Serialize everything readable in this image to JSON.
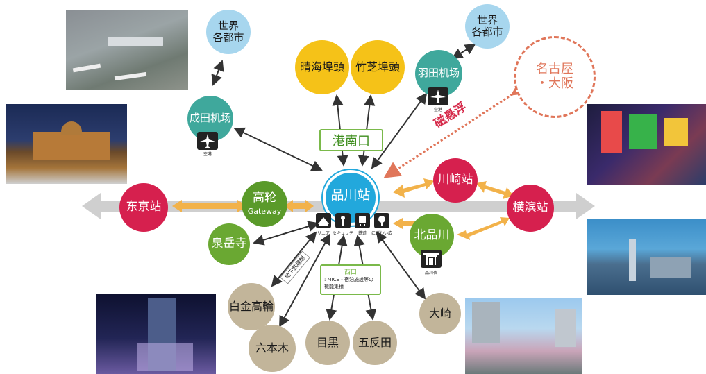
{
  "hub": {
    "label": "品川站"
  },
  "line_stations": {
    "tokyo": "东京站",
    "takanawa": "高轮",
    "takanawa_sub": "Gateway",
    "kawasaki": "川崎站",
    "yokohama": "横滨站",
    "kitashinagawa": "北品川"
  },
  "connections": {
    "narita": "成田机场",
    "haneda": "羽田机场",
    "world1": [
      "世界",
      "各都市"
    ],
    "world2": [
      "世界",
      "各都市"
    ],
    "harumi": "晴海埠頭",
    "takeshiba": "竹芝埠頭",
    "konan_exit": "港南口",
    "nagoya_osaka": [
      "名古屋",
      "・大阪"
    ],
    "maglev": "磁悬浮",
    "sengakuji": "泉岳寺",
    "shirokane": "白金高輪",
    "roppongi": "六本木",
    "meguro": "目黒",
    "gotanda": "五反田",
    "osaki": "大崎",
    "west_exit": "西口",
    "west_exit_note": ": MICE・宿泊施設等の機能集積",
    "subway_tag": "地下鉄構想"
  },
  "icon_captions": {
    "airport": "空港",
    "linear": "リニア",
    "security": "セキュリティ",
    "train": "鉄道",
    "park": "にぎわい広場",
    "shrine": "品川宿"
  },
  "colors": {
    "hub": "#22a8dc",
    "line_station": "#d6204e",
    "gateway": "#5a9a2a",
    "airport": "#3fa89c",
    "world": "#a7d6ee",
    "pier": "#f5c218",
    "local": "#c2b59a",
    "maglev": "#e0765a",
    "main_line_arrow": "#c8c8c8",
    "link_arrow": "#f0b040"
  },
  "photos": [
    {
      "subject": "airport-aerial"
    },
    {
      "subject": "tokyo-station-night"
    },
    {
      "subject": "osaka-dotonbori"
    },
    {
      "subject": "yokohama-bay"
    },
    {
      "subject": "roppongi-tower-night"
    },
    {
      "subject": "meguro-river-cherry"
    }
  ]
}
